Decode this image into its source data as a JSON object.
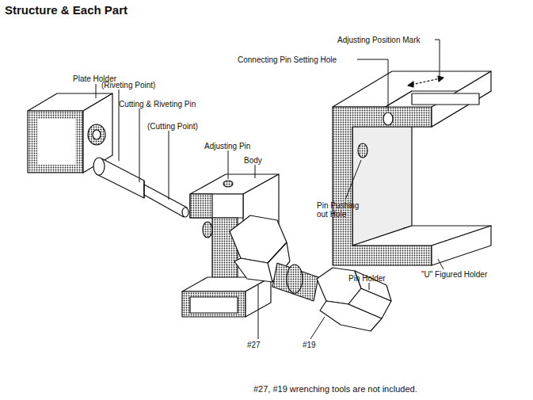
{
  "diagram": {
    "title": "Structure & Each Part",
    "caption": "#27, #19 wrenching tools are not included.",
    "labels": [
      "Plate Holder",
      "(Riveting Point)",
      "Cutting & Riveting Pin",
      "(Cutting Point)",
      "Adjusting Pin",
      "Body",
      "Adjusting Position Mark",
      "Connecting Pin Setting Hole",
      "Pin Pushing out Hole",
      "\"U\" Figured Holder",
      "Pin Holder",
      "#27",
      "#19"
    ]
  }
}
